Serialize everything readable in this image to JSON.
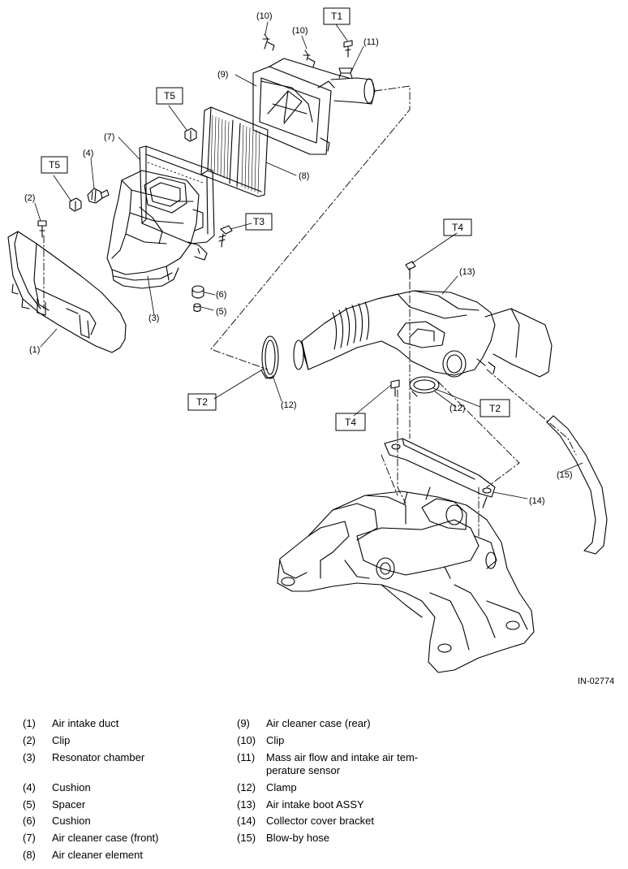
{
  "figure_id": "IN-02774",
  "callouts": [
    "(1)",
    "(2)",
    "(3)",
    "(4)",
    "(5)",
    "(6)",
    "(7)",
    "(8)",
    "(9)",
    "(10)",
    "(10)",
    "(11)",
    "(12)",
    "(12)",
    "(13)",
    "(14)",
    "(15)"
  ],
  "torque_labels": [
    "T1",
    "T2",
    "T2",
    "T3",
    "T4",
    "T4",
    "T5",
    "T5"
  ],
  "legend_left": [
    {
      "num": "(1)",
      "name": "Air intake duct"
    },
    {
      "num": "(2)",
      "name": "Clip"
    },
    {
      "num": "(3)",
      "name": "Resonator chamber"
    },
    {
      "num": "(4)",
      "name": "Cushion"
    },
    {
      "num": "(5)",
      "name": "Spacer"
    },
    {
      "num": "(6)",
      "name": "Cushion"
    },
    {
      "num": "(7)",
      "name": "Air cleaner case (front)"
    },
    {
      "num": "(8)",
      "name": "Air cleaner element"
    }
  ],
  "legend_right": [
    {
      "num": "(9)",
      "name": "Air cleaner case (rear)"
    },
    {
      "num": "(10)",
      "name": "Clip"
    },
    {
      "num": "(11)",
      "name": "Mass air flow and intake air tem-",
      "name2": "perature sensor"
    },
    {
      "num": "(12)",
      "name": "Clamp"
    },
    {
      "num": "(13)",
      "name": "Air intake boot ASSY"
    },
    {
      "num": "(14)",
      "name": "Collector cover bracket"
    },
    {
      "num": "(15)",
      "name": "Blow-by hose"
    }
  ]
}
